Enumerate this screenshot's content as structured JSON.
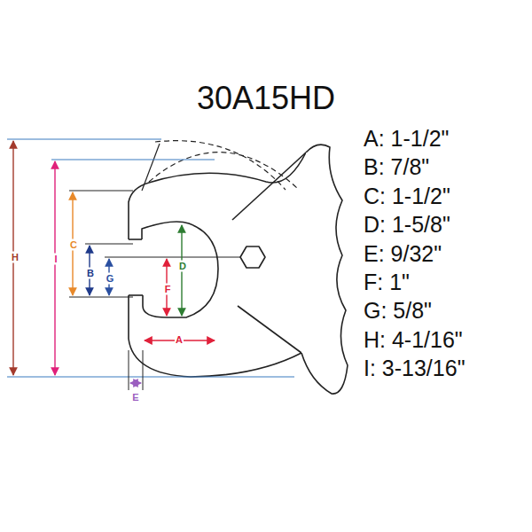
{
  "diagram": {
    "title": "30A15HD",
    "labels": [
      "H",
      "I",
      "C",
      "B",
      "G",
      "F",
      "D",
      "A",
      "E",
      "A: 1-1/2\"",
      "B: 7/8\"",
      "C: 1-1/2\"",
      "D: 1-5/8\"",
      "E: 9/32\"",
      "F: 1\"",
      "G: 5/8\"",
      "H: 4-1/16\"",
      "I: 3-13/16\""
    ]
  }
}
